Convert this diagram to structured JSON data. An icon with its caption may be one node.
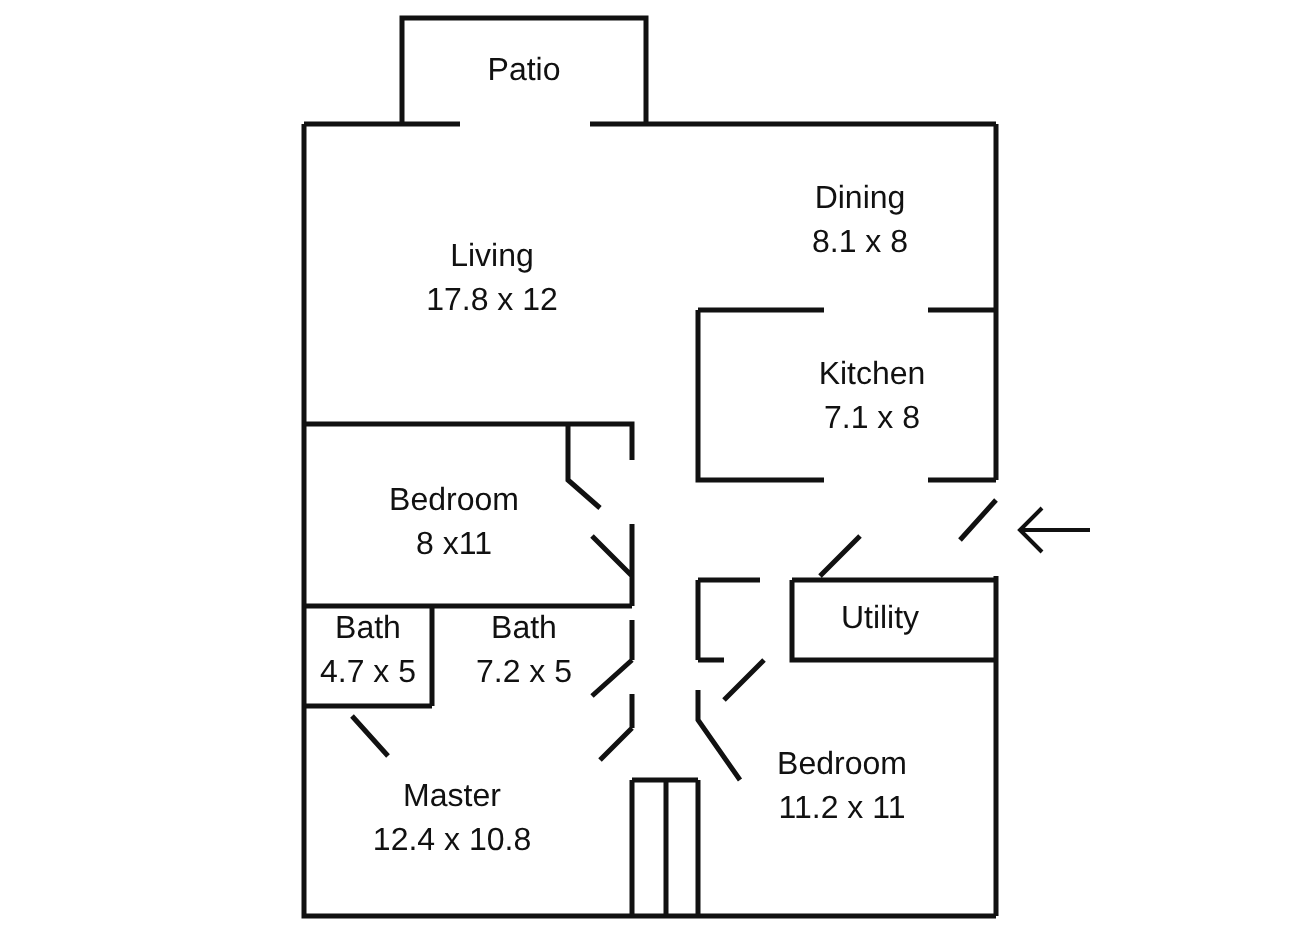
{
  "diagram": {
    "nodes": [
      {
        "text": [
          "Patio"
        ]
      },
      {
        "text": [
          "Living",
          "17.8 x 12"
        ]
      },
      {
        "text": [
          "Dining",
          "8.1 x 8"
        ]
      },
      {
        "text": [
          "Kitchen",
          "7.1 x 8"
        ]
      },
      {
        "text": [
          "Bedroom",
          "8 x11"
        ]
      },
      {
        "text": [
          "Utility"
        ]
      },
      {
        "text": [
          "Bath",
          "4.7 x 5"
        ]
      },
      {
        "text": [
          "Bath",
          "7.2 x 5"
        ]
      },
      {
        "text": [
          "Master",
          "12.4 x 10.8"
        ]
      },
      {
        "text": [
          "Bedroom",
          "11.2 x 11"
        ]
      }
    ],
    "edges": []
  }
}
